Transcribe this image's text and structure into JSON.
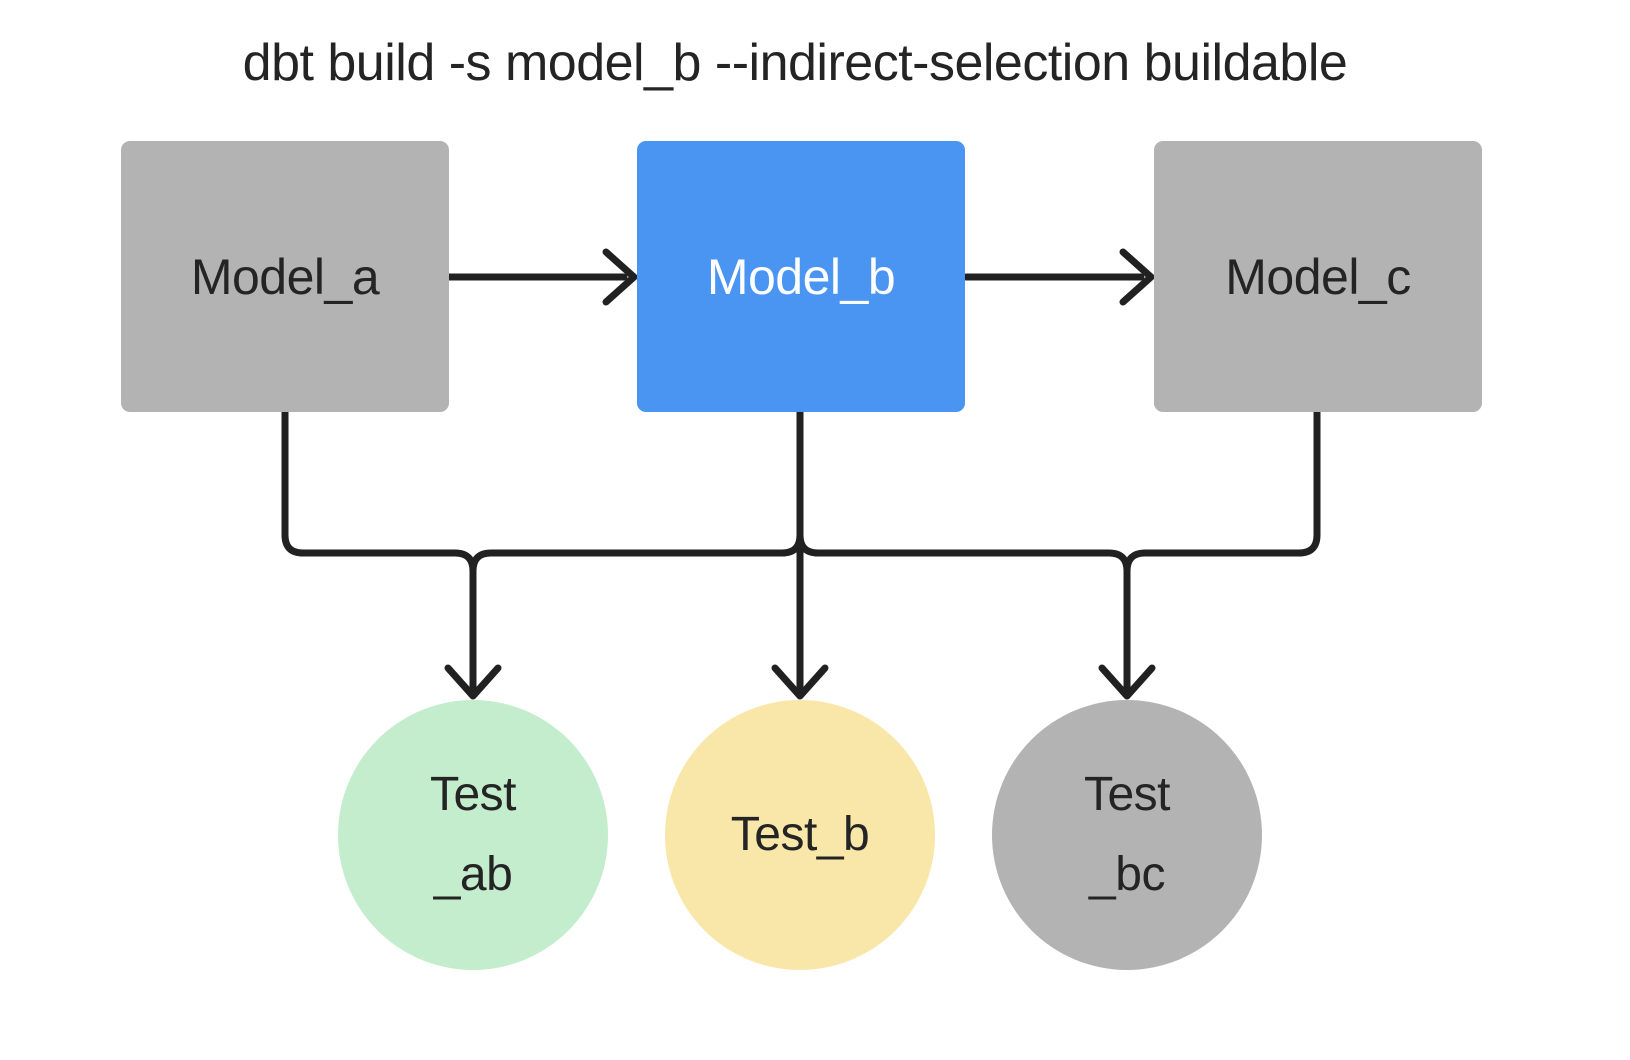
{
  "title": "dbt build -s model_b --indirect-selection buildable",
  "colors": {
    "background": "#ffffff",
    "model_default": "#b3b3b3",
    "model_selected": "#4a95f2",
    "test_ab": "#c3edcc",
    "test_b": "#f8e7a8",
    "test_bc": "#b3b3b3",
    "edge": "#212121",
    "text_dark": "#242424",
    "text_light": "#ffffff"
  },
  "nodes": {
    "models": [
      {
        "id": "model_a",
        "label": "Model_a",
        "selected": false
      },
      {
        "id": "model_b",
        "label": "Model_b",
        "selected": true
      },
      {
        "id": "model_c",
        "label": "Model_c",
        "selected": false
      }
    ],
    "tests": [
      {
        "id": "test_ab",
        "lines": [
          "Test",
          "_ab"
        ]
      },
      {
        "id": "test_b",
        "lines": [
          "Test_b"
        ]
      },
      {
        "id": "test_bc",
        "lines": [
          "Test",
          "_bc"
        ]
      }
    ]
  },
  "edges": [
    {
      "from": "model_a",
      "to": "model_b",
      "arrow": true
    },
    {
      "from": "model_b",
      "to": "model_c",
      "arrow": true
    },
    {
      "from": "model_a",
      "to": "test_ab",
      "arrow": true
    },
    {
      "from": "model_b",
      "to": "test_ab",
      "arrow": true
    },
    {
      "from": "model_b",
      "to": "test_b",
      "arrow": true
    },
    {
      "from": "model_b",
      "to": "test_bc",
      "arrow": true
    },
    {
      "from": "model_c",
      "to": "test_bc",
      "arrow": true
    }
  ]
}
